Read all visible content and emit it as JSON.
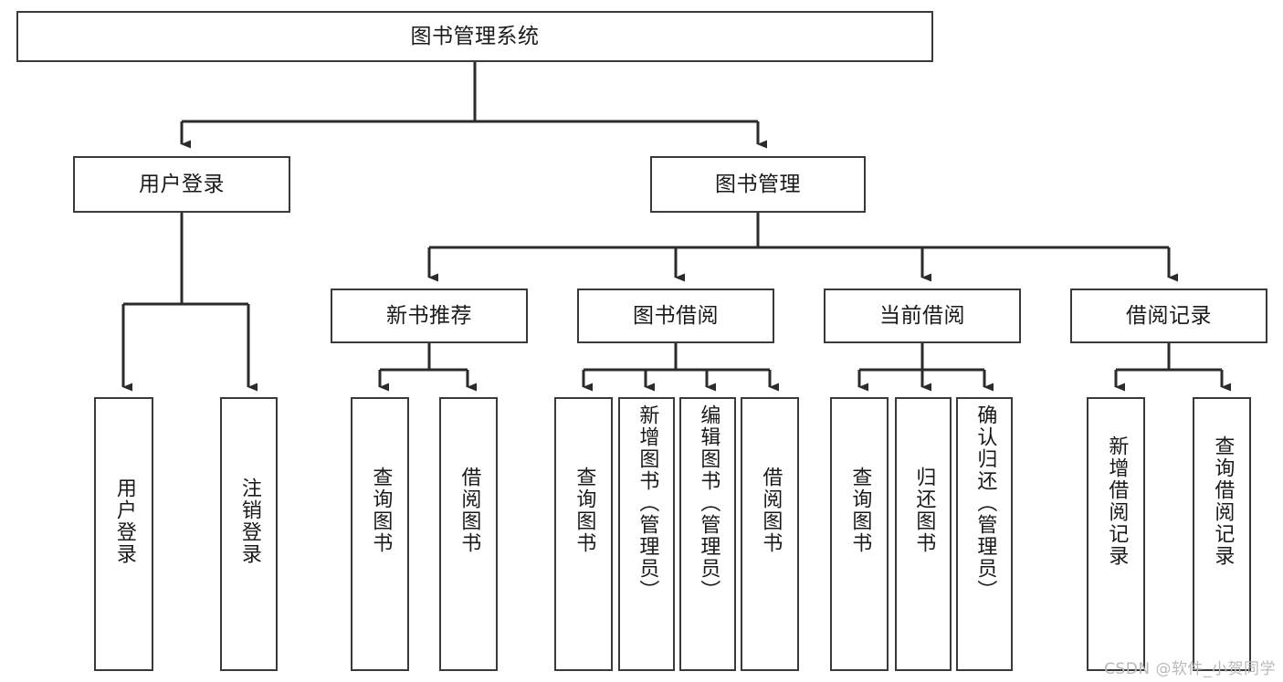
{
  "diagram": {
    "title": "图书管理系统",
    "type": "tree-hierarchy-diagram",
    "watermark": "CSDN @软件_小贺同学",
    "colors": {
      "background": "#ffffff",
      "box_border": "#3a3a3a",
      "connector": "#2b2b2b",
      "text": "#1a1a1a",
      "watermark": "#b9b9b9"
    },
    "levels": {
      "root": "图书管理系统",
      "level2": [
        "用户登录",
        "图书管理"
      ],
      "level3": [
        "新书推荐",
        "图书借阅",
        "当前借阅",
        "借阅记录"
      ]
    }
  },
  "nodes": {
    "root": {
      "label": "图书管理系统"
    },
    "user_login": {
      "label": "用户登录"
    },
    "book_manage": {
      "label": "图书管理"
    },
    "new_book_rec": {
      "label": "新书推荐"
    },
    "book_borrow": {
      "label": "图书借阅"
    },
    "current_borrow": {
      "label": "当前借阅"
    },
    "borrow_record": {
      "label": "借阅记录"
    },
    "leaf_user_login": {
      "label": "用户登录"
    },
    "leaf_logout": {
      "label": "注销登录"
    },
    "leaf_query_book_1": {
      "label": "查询图书"
    },
    "leaf_borrow_book_1": {
      "label": "借阅图书"
    },
    "leaf_query_book_2": {
      "label": "查询图书"
    },
    "leaf_add_book_admin": {
      "label": "新增图书（管理员）"
    },
    "leaf_edit_book_admin": {
      "label": "编辑图书（管理员）"
    },
    "leaf_borrow_book_2": {
      "label": "借阅图书"
    },
    "leaf_query_book_3": {
      "label": "查询图书"
    },
    "leaf_return_book": {
      "label": "归还图书"
    },
    "leaf_confirm_return_admin": {
      "label": "确认归还（管理员）"
    },
    "leaf_add_borrow_record": {
      "label": "新增借阅记录"
    },
    "leaf_query_borrow_record": {
      "label": "查询借阅记录"
    }
  },
  "tree": {
    "label": "图书管理系统",
    "children": [
      {
        "label": "用户登录",
        "children": [
          {
            "label": "用户登录"
          },
          {
            "label": "注销登录"
          }
        ]
      },
      {
        "label": "图书管理",
        "children": [
          {
            "label": "新书推荐",
            "children": [
              {
                "label": "查询图书"
              },
              {
                "label": "借阅图书"
              }
            ]
          },
          {
            "label": "图书借阅",
            "children": [
              {
                "label": "查询图书"
              },
              {
                "label": "新增图书（管理员）"
              },
              {
                "label": "编辑图书（管理员）"
              },
              {
                "label": "借阅图书"
              }
            ]
          },
          {
            "label": "当前借阅",
            "children": [
              {
                "label": "查询图书"
              },
              {
                "label": "归还图书"
              },
              {
                "label": "确认归还（管理员）"
              }
            ]
          },
          {
            "label": "借阅记录",
            "children": [
              {
                "label": "新增借阅记录"
              },
              {
                "label": "查询借阅记录"
              }
            ]
          }
        ]
      }
    ]
  }
}
